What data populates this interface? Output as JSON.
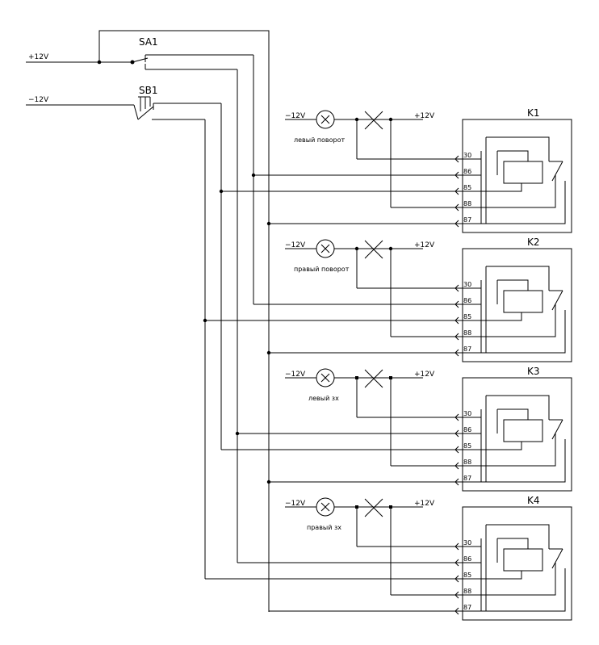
{
  "switches": {
    "sa1": "SA1",
    "sb1": "SB1"
  },
  "supply": {
    "plus": "+12V",
    "minus": "−12V"
  },
  "relays": [
    {
      "name": "K1",
      "lamp_label": "левый поворот",
      "neg_label": "−12V",
      "pos_label": "+12V",
      "pins": [
        "30",
        "86",
        "85",
        "88",
        "87"
      ]
    },
    {
      "name": "K2",
      "lamp_label": "правый поворот",
      "neg_label": "−12V",
      "pos_label": "+12V",
      "pins": [
        "30",
        "86",
        "85",
        "88",
        "87"
      ]
    },
    {
      "name": "K3",
      "lamp_label": "левый зх",
      "neg_label": "−12V",
      "pos_label": "+12V",
      "pins": [
        "30",
        "86",
        "85",
        "88",
        "87"
      ]
    },
    {
      "name": "K4",
      "lamp_label": "правый зх",
      "neg_label": "−12V",
      "pos_label": "+12V",
      "pins": [
        "30",
        "86",
        "85",
        "88",
        "87"
      ]
    }
  ]
}
